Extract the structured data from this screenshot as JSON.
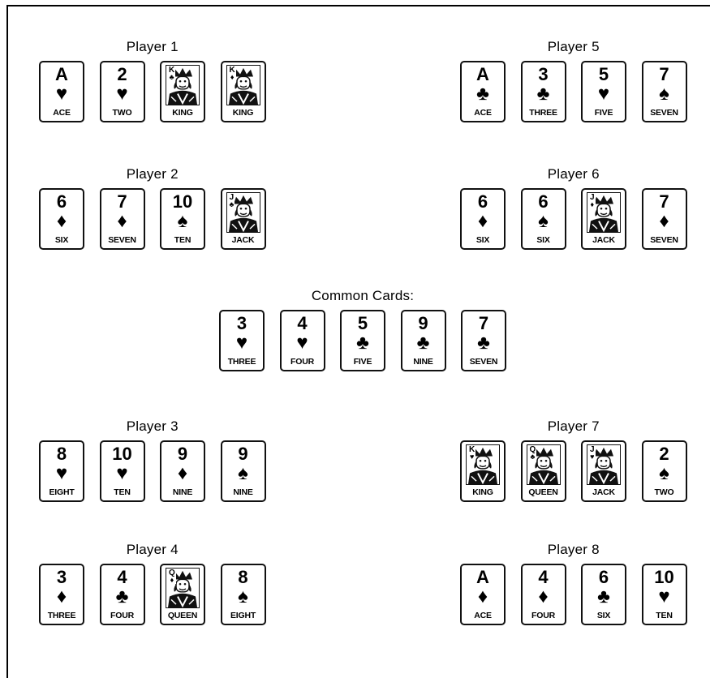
{
  "players": [
    {
      "title": "Player 1",
      "cards": [
        {
          "rank": "A",
          "suit": "heart",
          "label": "ACE",
          "face": false
        },
        {
          "rank": "2",
          "suit": "heart",
          "label": "TWO",
          "face": false
        },
        {
          "rank": "K",
          "suit": "club",
          "label": "KING",
          "face": true
        },
        {
          "rank": "K",
          "suit": "diamond",
          "label": "KING",
          "face": true
        }
      ]
    },
    {
      "title": "Player 2",
      "cards": [
        {
          "rank": "6",
          "suit": "diamond",
          "label": "SIX",
          "face": false
        },
        {
          "rank": "7",
          "suit": "diamond",
          "label": "SEVEN",
          "face": false
        },
        {
          "rank": "10",
          "suit": "spade",
          "label": "TEN",
          "face": false
        },
        {
          "rank": "J",
          "suit": "club",
          "label": "JACK",
          "face": true
        }
      ]
    },
    {
      "title": "Player 3",
      "cards": [
        {
          "rank": "8",
          "suit": "heart",
          "label": "EIGHT",
          "face": false
        },
        {
          "rank": "10",
          "suit": "heart",
          "label": "TEN",
          "face": false
        },
        {
          "rank": "9",
          "suit": "diamond",
          "label": "NINE",
          "face": false
        },
        {
          "rank": "9",
          "suit": "spade",
          "label": "NINE",
          "face": false
        }
      ]
    },
    {
      "title": "Player 4",
      "cards": [
        {
          "rank": "3",
          "suit": "diamond",
          "label": "THREE",
          "face": false
        },
        {
          "rank": "4",
          "suit": "club",
          "label": "FOUR",
          "face": false
        },
        {
          "rank": "Q",
          "suit": "diamond",
          "label": "QUEEN",
          "face": true
        },
        {
          "rank": "8",
          "suit": "spade",
          "label": "EIGHT",
          "face": false
        }
      ]
    },
    {
      "title": "Player 5",
      "cards": [
        {
          "rank": "A",
          "suit": "club",
          "label": "ACE",
          "face": false
        },
        {
          "rank": "3",
          "suit": "club",
          "label": "THREE",
          "face": false
        },
        {
          "rank": "5",
          "suit": "heart",
          "label": "FIVE",
          "face": false
        },
        {
          "rank": "7",
          "suit": "spade",
          "label": "SEVEN",
          "face": false
        }
      ]
    },
    {
      "title": "Player 6",
      "cards": [
        {
          "rank": "6",
          "suit": "diamond",
          "label": "SIX",
          "face": false
        },
        {
          "rank": "6",
          "suit": "spade",
          "label": "SIX",
          "face": false
        },
        {
          "rank": "J",
          "suit": "diamond",
          "label": "JACK",
          "face": true
        },
        {
          "rank": "7",
          "suit": "diamond",
          "label": "SEVEN",
          "face": false
        }
      ]
    },
    {
      "title": "Player 7",
      "cards": [
        {
          "rank": "K",
          "suit": "heart",
          "label": "KING",
          "face": true
        },
        {
          "rank": "Q",
          "suit": "club",
          "label": "QUEEN",
          "face": true
        },
        {
          "rank": "J",
          "suit": "heart",
          "label": "JACK",
          "face": true
        },
        {
          "rank": "2",
          "suit": "spade",
          "label": "TWO",
          "face": false
        }
      ]
    },
    {
      "title": "Player 8",
      "cards": [
        {
          "rank": "A",
          "suit": "diamond",
          "label": "ACE",
          "face": false
        },
        {
          "rank": "4",
          "suit": "diamond",
          "label": "FOUR",
          "face": false
        },
        {
          "rank": "6",
          "suit": "club",
          "label": "SIX",
          "face": false
        },
        {
          "rank": "10",
          "suit": "heart",
          "label": "TEN",
          "face": false
        }
      ]
    }
  ],
  "common": {
    "title": "Common Cards:",
    "cards": [
      {
        "rank": "3",
        "suit": "heart",
        "label": "THREE",
        "face": false
      },
      {
        "rank": "4",
        "suit": "heart",
        "label": "FOUR",
        "face": false
      },
      {
        "rank": "5",
        "suit": "club",
        "label": "FIVE",
        "face": false
      },
      {
        "rank": "9",
        "suit": "club",
        "label": "NINE",
        "face": false
      },
      {
        "rank": "7",
        "suit": "club",
        "label": "SEVEN",
        "face": false
      }
    ]
  },
  "suit_glyphs": {
    "heart": "♥",
    "diamond": "♦",
    "club": "♣",
    "spade": "♠"
  },
  "colors": {
    "ink": "#000000",
    "background": "#ffffff"
  }
}
